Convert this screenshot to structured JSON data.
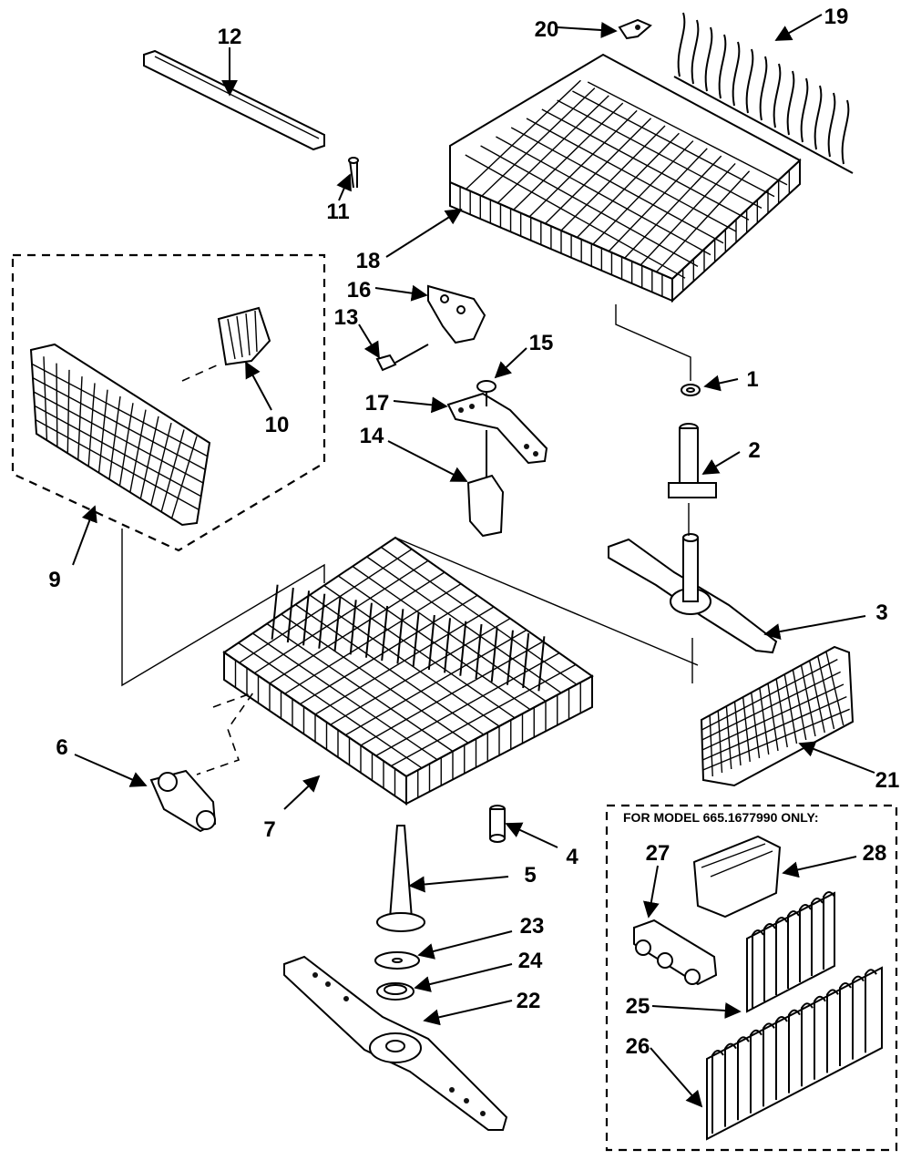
{
  "diagram": {
    "note": "FOR MODEL 665.1677990 ONLY:",
    "callouts": [
      {
        "id": "c1",
        "text": "1"
      },
      {
        "id": "c2",
        "text": "2"
      },
      {
        "id": "c3",
        "text": "3"
      },
      {
        "id": "c4",
        "text": "4"
      },
      {
        "id": "c5",
        "text": "5"
      },
      {
        "id": "c6",
        "text": "6"
      },
      {
        "id": "c7",
        "text": "7"
      },
      {
        "id": "c9",
        "text": "9"
      },
      {
        "id": "c10",
        "text": "10"
      },
      {
        "id": "c11",
        "text": "11"
      },
      {
        "id": "c12",
        "text": "12"
      },
      {
        "id": "c13",
        "text": "13"
      },
      {
        "id": "c14",
        "text": "14"
      },
      {
        "id": "c15",
        "text": "15"
      },
      {
        "id": "c16",
        "text": "16"
      },
      {
        "id": "c17",
        "text": "17"
      },
      {
        "id": "c18",
        "text": "18"
      },
      {
        "id": "c19",
        "text": "19"
      },
      {
        "id": "c20",
        "text": "20"
      },
      {
        "id": "c21",
        "text": "21"
      },
      {
        "id": "c22",
        "text": "22"
      },
      {
        "id": "c23",
        "text": "23"
      },
      {
        "id": "c24",
        "text": "24"
      },
      {
        "id": "c25",
        "text": "25"
      },
      {
        "id": "c26",
        "text": "26"
      },
      {
        "id": "c27",
        "text": "27"
      },
      {
        "id": "c28",
        "text": "28"
      }
    ]
  }
}
